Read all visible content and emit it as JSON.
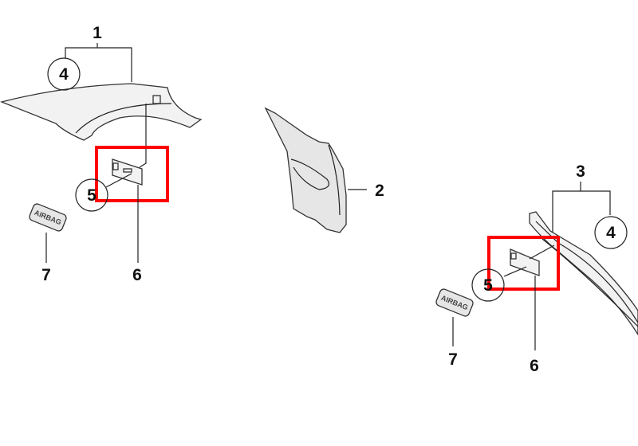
{
  "callouts": {
    "left": {
      "part1": "1",
      "part4": "4",
      "part5": "5",
      "part6": "6",
      "part7": "7"
    },
    "middle": {
      "part2": "2"
    },
    "right": {
      "part3": "3",
      "part4": "4",
      "part5": "5",
      "part6": "6",
      "part7": "7"
    }
  },
  "badge_text": "AIRBAG",
  "highlight_color": "#ff0000"
}
